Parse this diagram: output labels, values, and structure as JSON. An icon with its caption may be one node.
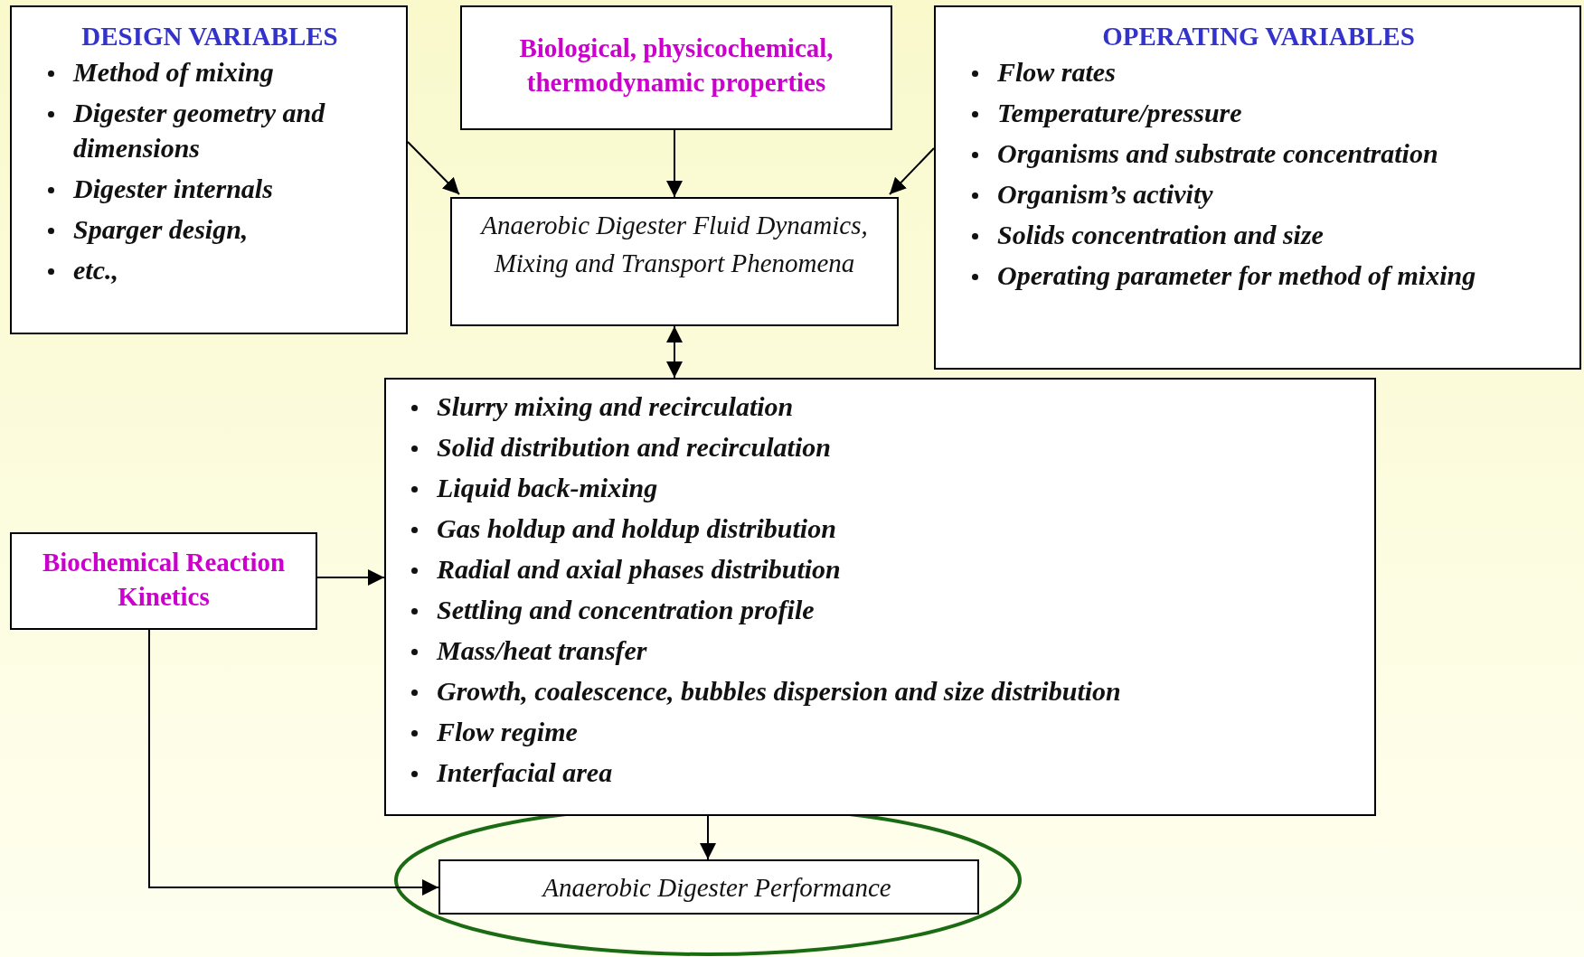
{
  "diagram": {
    "nodes": [
      {
        "text": [
          "DESIGN VARIABLES",
          "Method of mixing",
          "Digester geometry and dimensions",
          "Digester internals",
          "Sparger design,",
          "etc.,"
        ]
      },
      {
        "text": [
          "Biological, physicochemical, thermodynamic properties"
        ]
      },
      {
        "text": [
          "OPERATING VARIABLES",
          "Flow rates",
          "Temperature/pressure",
          "Organisms and substrate concentration",
          "Organism’s activity",
          "Solids concentration and size",
          "Operating parameter for method of mixing"
        ]
      },
      {
        "text": [
          "Anaerobic Digester Fluid Dynamics, Mixing and Transport Phenomena"
        ]
      },
      {
        "text": [
          "Slurry mixing and recirculation",
          "Solid distribution and recirculation",
          "Liquid back-mixing",
          "Gas holdup and holdup distribution",
          "Radial and axial phases distribution",
          "Settling and concentration profile",
          "Mass/heat transfer",
          "Growth, coalescence, bubbles dispersion and size distribution",
          "Flow regime",
          "Interfacial area"
        ]
      },
      {
        "text": [
          "Biochemical Reaction Kinetics"
        ]
      },
      {
        "text": [
          "Anaerobic Digester Performance"
        ]
      }
    ],
    "edges": [
      {
        "from": 0,
        "to": 3,
        "arrow": "to"
      },
      {
        "from": 1,
        "to": 3,
        "arrow": "to"
      },
      {
        "from": 2,
        "to": 3,
        "arrow": "to"
      },
      {
        "from": 3,
        "to": 4,
        "arrow": "both"
      },
      {
        "from": 5,
        "to": 4,
        "arrow": "to"
      },
      {
        "from": 4,
        "to": 6,
        "arrow": "to"
      },
      {
        "from": 5,
        "to": 6,
        "arrow": "to"
      }
    ]
  }
}
